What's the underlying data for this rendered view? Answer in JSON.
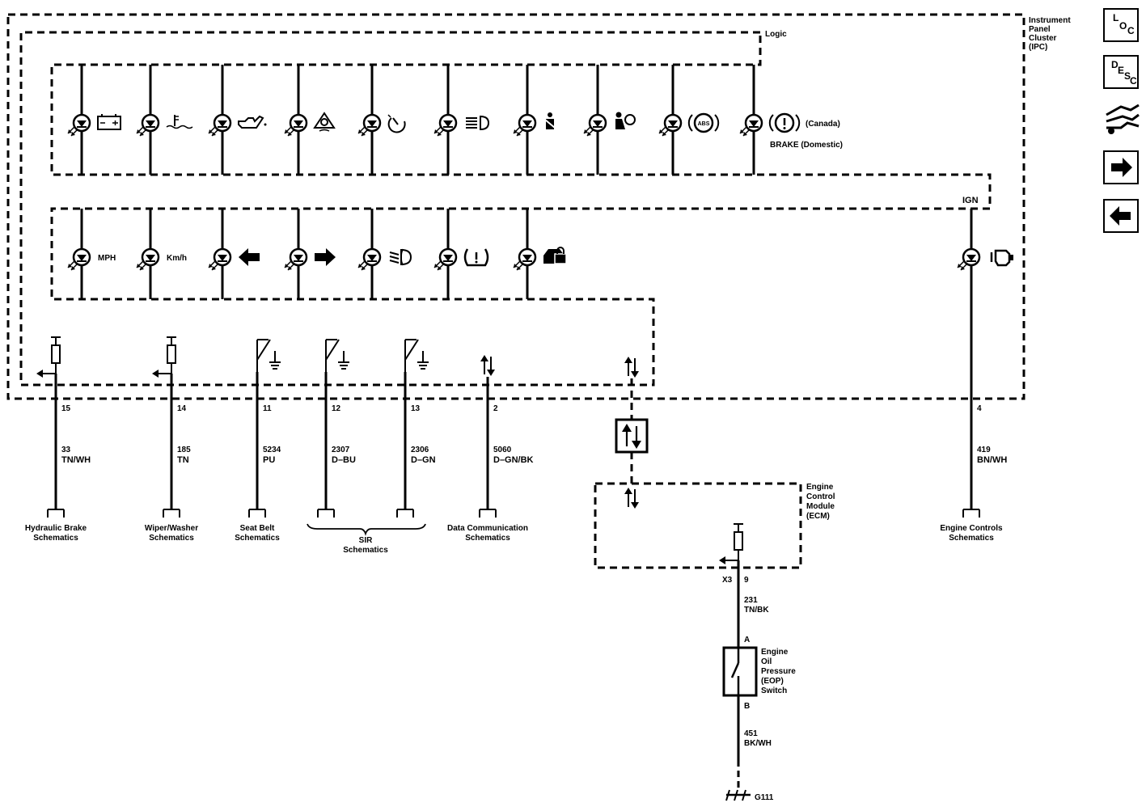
{
  "modules": {
    "ipc": "Instrument\nPanel\nCluster\n(IPC)",
    "logic": "Logic",
    "ecm": "Engine\nControl\nModule\n(ECM)",
    "ign": "IGN"
  },
  "indicators_top": [
    {
      "icon": "battery-icon"
    },
    {
      "icon": "coolant-temp-icon"
    },
    {
      "icon": "oil-pressure-icon"
    },
    {
      "icon": "traction-control-icon"
    },
    {
      "icon": "cruise-control-icon"
    },
    {
      "icon": "high-beam-icon"
    },
    {
      "icon": "seat-belt-icon"
    },
    {
      "icon": "airbag-icon"
    },
    {
      "icon": "abs-icon",
      "text": "ABS"
    },
    {
      "icon": "brake-warning-icon",
      "text": "(Canada)",
      "subtext": "BRAKE (Domestic)"
    }
  ],
  "indicators_bottom": [
    {
      "icon": "mph-lamp",
      "text": "MPH"
    },
    {
      "icon": "kmh-lamp",
      "text": "Km/h"
    },
    {
      "icon": "turn-left-arrow-icon"
    },
    {
      "icon": "turn-right-arrow-icon"
    },
    {
      "icon": "fog-lamp-icon"
    },
    {
      "icon": "tire-pressure-icon"
    },
    {
      "icon": "security-icon"
    }
  ],
  "check_engine": {
    "icon": "check-engine-icon"
  },
  "circuits": [
    {
      "pin": "15",
      "wire": "33",
      "color": "TN/WH",
      "dest": "Hydraulic Brake\nSchematics"
    },
    {
      "pin": "14",
      "wire": "185",
      "color": "TN",
      "dest": "Wiper/Washer\nSchematics"
    },
    {
      "pin": "11",
      "wire": "5234",
      "color": "PU",
      "dest": "Seat Belt\nSchematics"
    },
    {
      "pin": "12",
      "wire": "2307",
      "color": "D–BU",
      "dest": ""
    },
    {
      "pin": "13",
      "wire": "2306",
      "color": "D–GN",
      "dest": ""
    },
    {
      "pin": "2",
      "wire": "5060",
      "color": "D–GN/BK",
      "dest": "Data Communication\nSchematics"
    },
    {
      "pin": "4",
      "wire": "419",
      "color": "BN/WH",
      "dest": "Engine Controls\nSchematics"
    }
  ],
  "sir_group": "SIR\nSchematics",
  "ecm_circuit": {
    "connector": "X3",
    "pin": "9",
    "wire": "231",
    "color": "TN/BK"
  },
  "eop_switch": {
    "label": "Engine\nOil\nPressure\n(EOP)\nSwitch",
    "pin_a": "A",
    "pin_b": "B"
  },
  "ground_circuit": {
    "wire": "451",
    "color": "BK/WH",
    "ground": "G111"
  },
  "nav": {
    "loc": {
      "l": "L",
      "o": "O",
      "c": "C"
    },
    "desc": {
      "d": "D",
      "e": "E",
      "s": "S",
      "c": "C"
    }
  }
}
